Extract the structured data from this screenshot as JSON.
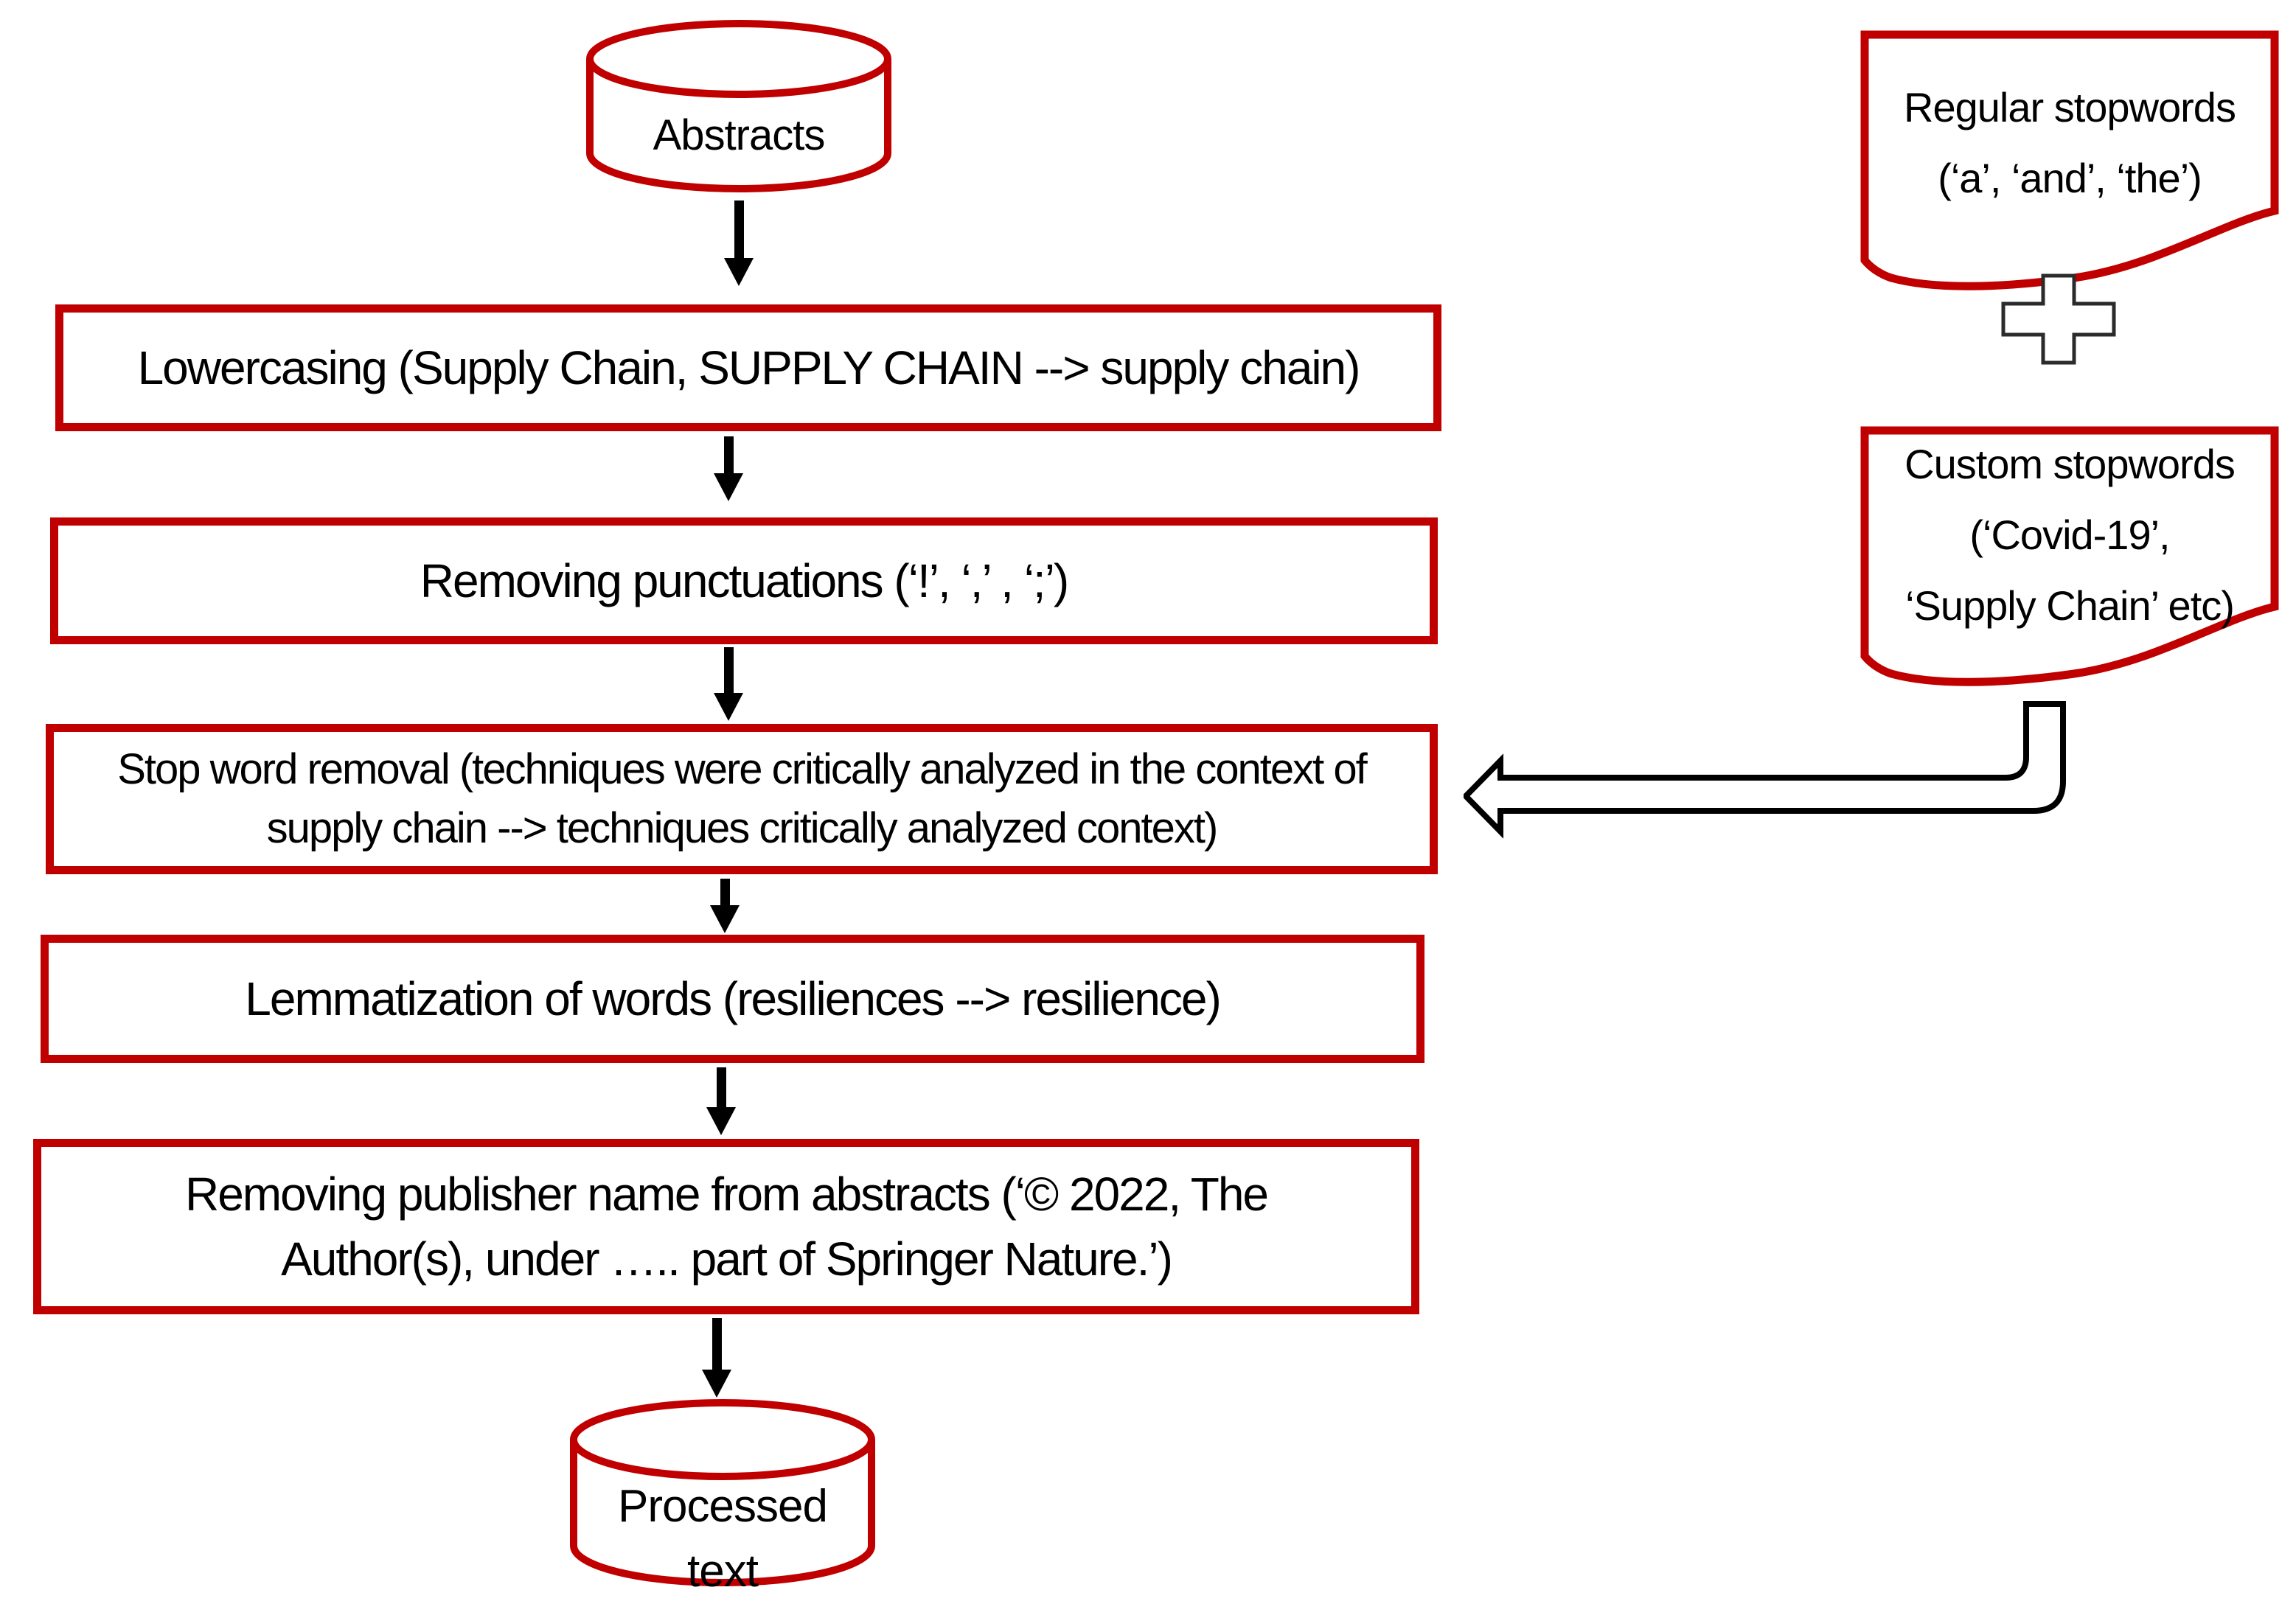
{
  "colors": {
    "shape_border_red": "#C00000",
    "arrow_black": "#000000",
    "fill_white": "#FFFFFF"
  },
  "source": {
    "label": "Abstracts"
  },
  "steps": [
    {
      "label": "Lowercasing (Supply Chain, SUPPLY CHAIN --> supply chain)"
    },
    {
      "label": "Removing punctuations (‘!’, ‘,’ , ‘;’)"
    },
    {
      "label": "Stop word removal (techniques were critically analyzed in the context of supply chain --> techniques critically analyzed context)"
    },
    {
      "label": "Lemmatization of words (resiliences --> resilience)"
    },
    {
      "label": "Removing publisher name from abstracts (‘© 2022, The Author(s), under ….. part of Springer Nature.’)"
    }
  ],
  "sink": {
    "line1": "Processed",
    "line2": "text"
  },
  "stopword_inputs": {
    "regular": {
      "line1": "Regular stopwords",
      "line2": "(‘a’, ‘and’, ‘the’)"
    },
    "operator": "plus",
    "custom": {
      "line1": "Custom stopwords",
      "line2": "(‘Covid-19’,",
      "line3": "‘Supply Chain’ etc)"
    }
  }
}
